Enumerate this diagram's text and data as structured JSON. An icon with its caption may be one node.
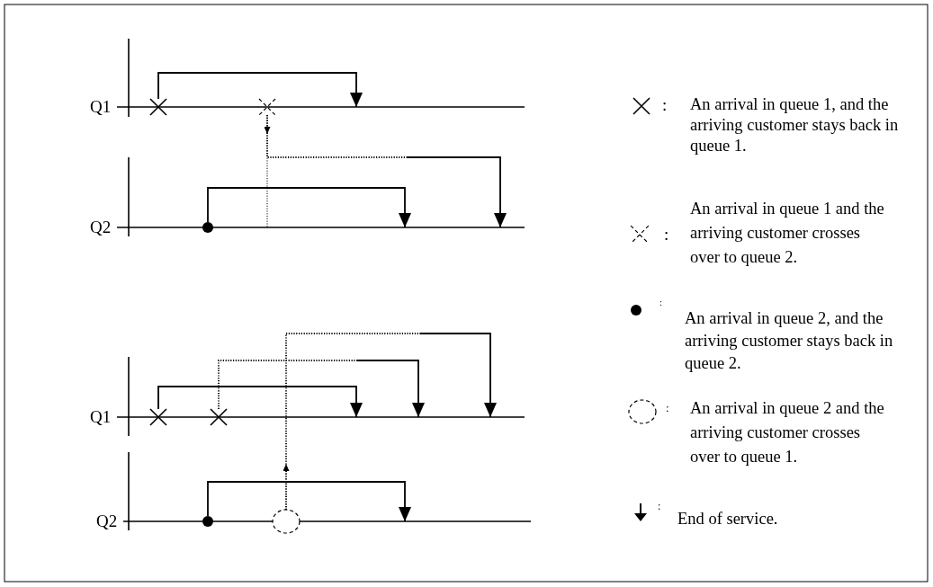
{
  "diagram": {
    "nodes": [
      {
        "text": [],
        "shape": "cross"
      },
      {
        "text": [],
        "shape": "cross"
      },
      {
        "text": [],
        "shape": "dot"
      },
      {
        "text": [],
        "shape": "cross"
      },
      {
        "text": [],
        "shape": "cross"
      },
      {
        "text": [],
        "shape": "dot"
      },
      {
        "text": [],
        "shape": "circle"
      },
      {
        "text": [],
        "shape": "line",
        "beside": [
          "Q1"
        ]
      },
      {
        "text": [],
        "shape": "line",
        "beside": [
          "Q2"
        ]
      },
      {
        "text": [],
        "shape": "line",
        "beside": [
          "Q1"
        ]
      },
      {
        "text": [],
        "shape": "line",
        "beside": [
          "Q2"
        ]
      }
    ],
    "edges": [
      {
        "from": 0,
        "to": 7,
        "arrow": "to"
      },
      {
        "from": 1,
        "to": null,
        "arrow": "to",
        "style": "dashed"
      },
      {
        "from": 1,
        "to": 8,
        "arrow": "to",
        "style": "dashed"
      },
      {
        "from": 2,
        "to": 8,
        "arrow": "to"
      },
      {
        "from": 3,
        "to": 9,
        "arrow": "to"
      },
      {
        "from": 4,
        "to": 9,
        "arrow": "to",
        "style": "dashed"
      },
      {
        "from": 5,
        "to": 10,
        "arrow": "to"
      },
      {
        "from": 6,
        "to": null,
        "arrow": "to",
        "style": "dashed"
      },
      {
        "from": 6,
        "to": 9,
        "arrow": "to",
        "style": "dashed"
      },
      {
        "from": 1,
        "to": 8,
        "arrow": "none",
        "style": "dashed"
      }
    ],
    "labels": [
      ":",
      ":",
      ":",
      ":",
      ":"
    ],
    "legend": [
      {
        "text": "An arrival in queue 1, and the arriving customer stays back in queue 1."
      },
      {
        "text": "An arrival in queue 1 and the arriving customer crosses over to queue 2."
      },
      {
        "text": "An arrival in queue 2, and the arriving customer stays back in queue 2."
      },
      {
        "text": "An arrival in queue 2 and the arriving customer crosses over to queue 1."
      },
      {
        "text": "End of service."
      }
    ]
  }
}
